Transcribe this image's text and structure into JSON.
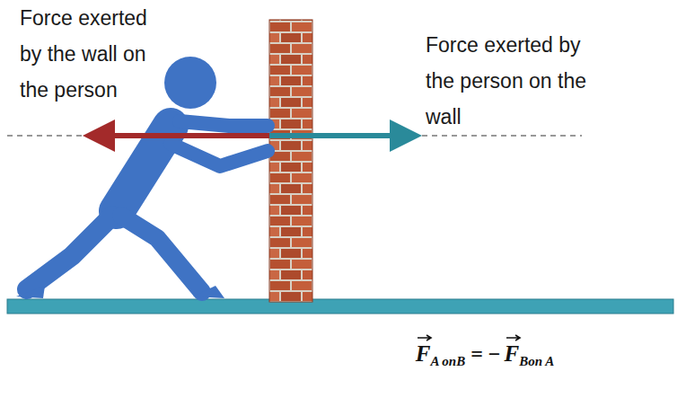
{
  "diagram": {
    "labels": [
      "Force exerted by the wall on the person",
      "Force exerted by the person on the wall",
      "F",
      "A onB",
      "= −",
      "F",
      "Bon A"
    ]
  }
}
